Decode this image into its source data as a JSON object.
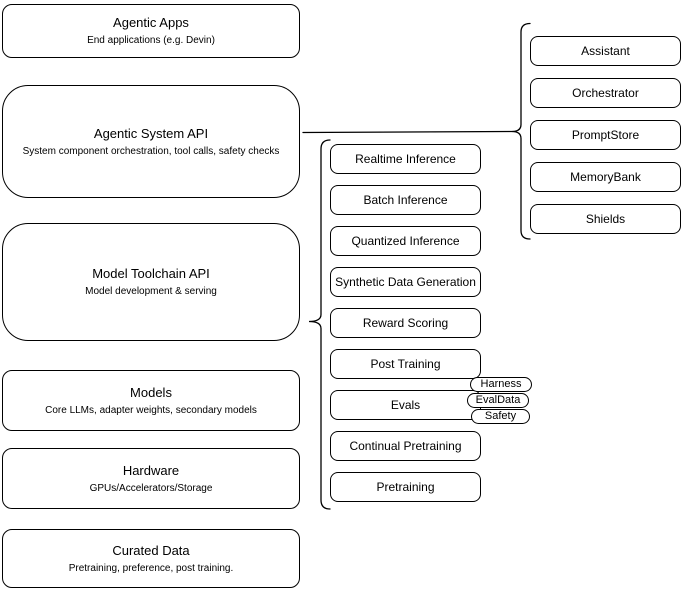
{
  "colors": {
    "background": "#ffffff",
    "stroke": "#000000",
    "text": "#000000"
  },
  "stack": {
    "layers": [
      {
        "title": "Agentic Apps",
        "subtitle": "End applications (e.g. Devin)"
      },
      {
        "title": "Agentic System API",
        "subtitle": "System component orchestration, tool calls, safety checks"
      },
      {
        "title": "Model Toolchain API",
        "subtitle": "Model development & serving"
      },
      {
        "title": "Models",
        "subtitle": "Core LLMs, adapter weights, secondary models"
      },
      {
        "title": "Hardware",
        "subtitle": "GPUs/Accelerators/Storage"
      },
      {
        "title": "Curated Data",
        "subtitle": "Pretraining, preference, post training."
      }
    ]
  },
  "toolchain_items": [
    "Realtime Inference",
    "Batch Inference",
    "Quantized Inference",
    "Synthetic Data Generation",
    "Reward Scoring",
    "Post Training",
    "Evals",
    "Continual Pretraining",
    "Pretraining"
  ],
  "system_components": [
    "Assistant",
    "Orchestrator",
    "PromptStore",
    "MemoryBank",
    "Shields"
  ],
  "eval_tags": [
    "Harness",
    "EvalData",
    "Safety"
  ]
}
